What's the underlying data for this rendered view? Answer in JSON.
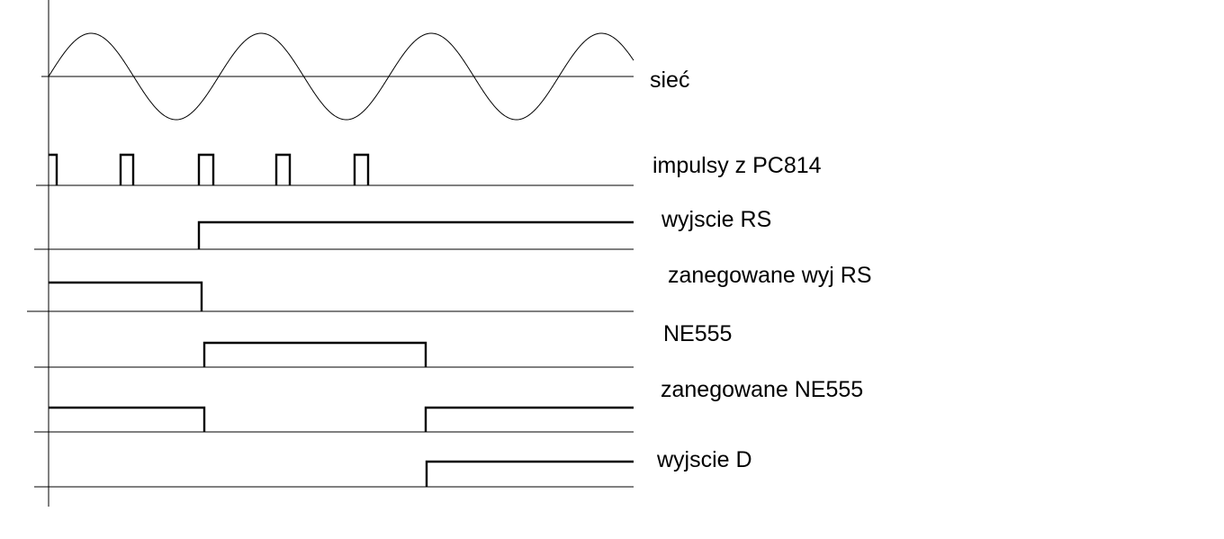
{
  "signals": [
    {
      "id": "siec",
      "label": "sieć"
    },
    {
      "id": "impulsy",
      "label": "impulsy z PC814"
    },
    {
      "id": "wyjscie_rs",
      "label": "wyjscie RS"
    },
    {
      "id": "zanegowane_rs",
      "label": "zanegowane wyj RS"
    },
    {
      "id": "ne555",
      "label": "NE555"
    },
    {
      "id": "zanegowane_ne555",
      "label": "zanegowane NE555"
    },
    {
      "id": "wyjscie_d",
      "label": "wyjscie D"
    }
  ]
}
